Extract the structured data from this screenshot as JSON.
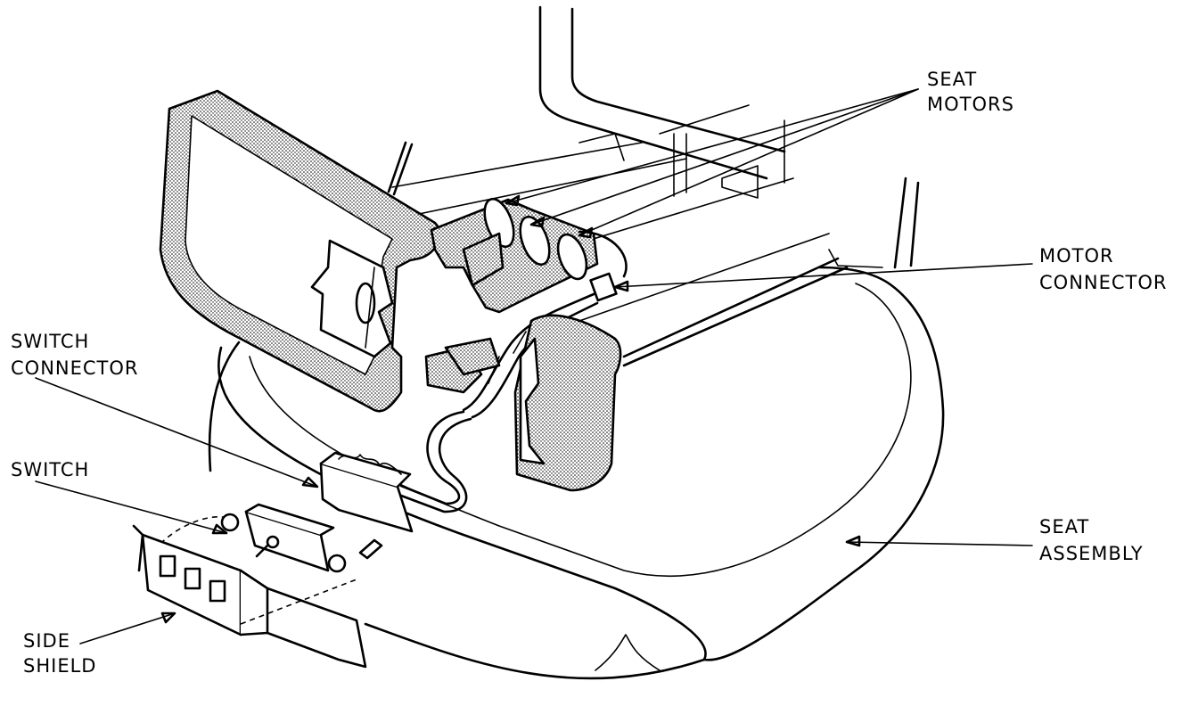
{
  "labels": {
    "seat_motors": [
      "SEAT",
      "MOTORS"
    ],
    "motor_connector": [
      "MOTOR",
      "CONNECTOR"
    ],
    "switch_connector": [
      "SWITCH",
      "CONNECTOR"
    ],
    "switch": "SWITCH",
    "seat_assembly": [
      "SEAT",
      "ASSEMBLY"
    ],
    "side_shield": [
      "SIDE",
      "SHIELD"
    ]
  }
}
